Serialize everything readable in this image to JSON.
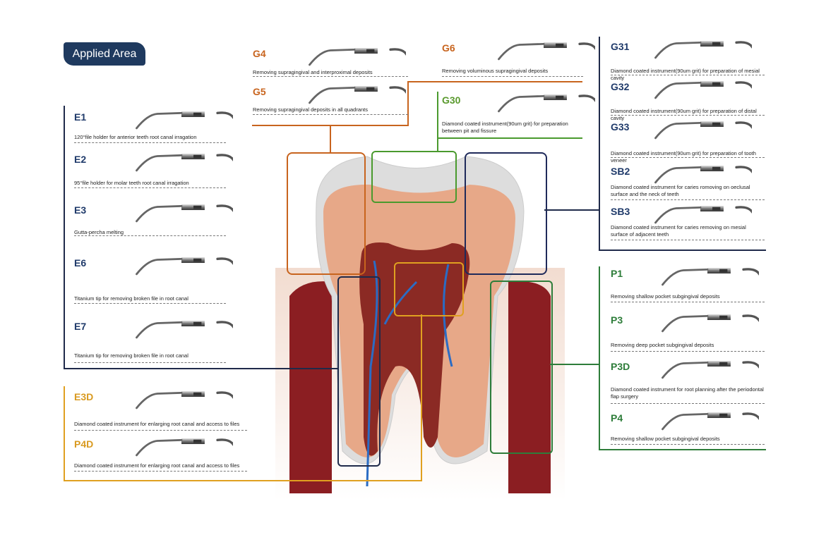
{
  "badge": "Applied Area",
  "colors": {
    "navy": "#1f2a4a",
    "orange": "#c8641e",
    "green": "#2e7d3a",
    "gold": "#e0a020"
  },
  "left": [
    {
      "code": "E1",
      "desc": "120°file holder for anterior teeth root  canal irragation"
    },
    {
      "code": "E2",
      "desc": "95°file holder for molar teeth root canal irragation"
    },
    {
      "code": "E3",
      "desc": "Gutta-percha melting"
    },
    {
      "code": "E6",
      "desc": "Titanium tip for removing broken file in root canal"
    },
    {
      "code": "E7",
      "desc": "Titanium tip for removing broken file in root canal"
    }
  ],
  "bottom_left": [
    {
      "code": "E3D",
      "desc": "Diamond coated instrument for enlarging root canal and access to files"
    },
    {
      "code": "P4D",
      "desc": "Diamond coated instrument for enlarging root canal and access to files"
    }
  ],
  "top_g": [
    {
      "code": "G4",
      "desc": "Removing supragingival and interproximal deposits"
    },
    {
      "code": "G5",
      "desc": "Removing supragingival deposits in all quadrants"
    },
    {
      "code": "G6",
      "desc": "Removing voluminous supragingival deposits"
    },
    {
      "code": "G30",
      "desc": "Diamond coated instrument(90um grit) for preparation between pit and fissure"
    }
  ],
  "right_top": [
    {
      "code": "G31",
      "desc": "Diamond coated instrument(90um grit) for preparation of mesial cavity"
    },
    {
      "code": "G32",
      "desc": "Diamond coated instrument(90um grit) for preparation of distal cavity"
    },
    {
      "code": "G33",
      "desc": "Diamond coated instrument(90um grit) for preparation of tooth veneer"
    },
    {
      "code": "SB2",
      "desc": "Diamond coated instrument for caries romoving on oeclusal surface and the neck of teeth"
    },
    {
      "code": "SB3",
      "desc": "Diamond coated instrument for caries removing on mesial surface of adjacent teeth"
    }
  ],
  "right_bottom": [
    {
      "code": "P1",
      "desc": "Removing shallow pocket subgingival deposits"
    },
    {
      "code": "P3",
      "desc": "Removing deep pocket subgingival deposits"
    },
    {
      "code": "P3D",
      "desc": "Diamond coated instrument for root planning after the periodontal flap surgery"
    },
    {
      "code": "P4",
      "desc": "Removing shallow pocket subgingival deposits"
    }
  ]
}
